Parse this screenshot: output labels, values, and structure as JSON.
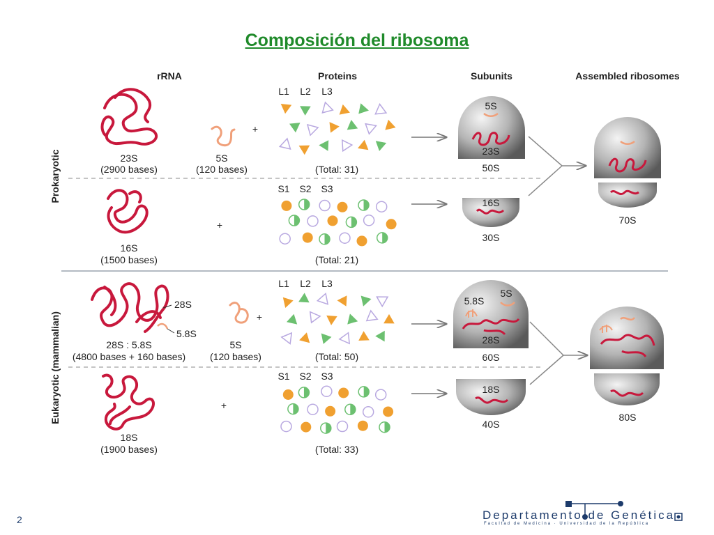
{
  "title": "Composición del ribosoma",
  "headers": {
    "rrna": "rRNA",
    "proteins": "Proteins",
    "subunits": "Subunits",
    "assembled": "Assembled ribosomes"
  },
  "side_labels": {
    "prokaryotic": "Prokaryotic",
    "eukaryotic": "Eukaryotic (mammalian)"
  },
  "prok_large": {
    "rrna_a_name": "23S",
    "rrna_a_bases": "(2900 bases)",
    "rrna_b_name": "5S",
    "rrna_b_bases": "(120 bases)",
    "plus": "+",
    "protein_labels": [
      "L1",
      "L2",
      "L3"
    ],
    "total": "(Total:  31)",
    "subunit_top": "5S",
    "subunit_mid": "23S",
    "subunit_name": "50S"
  },
  "prok_small": {
    "rrna_name": "16S",
    "rrna_bases": "(1500 bases)",
    "plus": "+",
    "protein_labels": [
      "S1",
      "S2",
      "S3"
    ],
    "total": "(Total:  21)",
    "subunit_rrna": "16S",
    "subunit_name": "30S"
  },
  "prok_assembled": "70S",
  "euk_large": {
    "rrna_a_label": "28S",
    "rrna_b_label": "5.8S",
    "ratio": "28S : 5.8S",
    "bases": "(4800 bases + 160 bases)",
    "rrna_c_name": "5S",
    "rrna_c_bases": "(120 bases)",
    "plus": "+",
    "protein_labels": [
      "L1",
      "L2",
      "L3"
    ],
    "total": "(Total:  50)",
    "subunit_left": "5.8S",
    "subunit_right": "5S",
    "subunit_mid": "28S",
    "subunit_name": "60S"
  },
  "euk_small": {
    "rrna_name": "18S",
    "rrna_bases": "(1900 bases)",
    "plus": "+",
    "protein_labels": [
      "S1",
      "S2",
      "S3"
    ],
    "total": "(Total:  33)",
    "subunit_rrna": "18S",
    "subunit_name": "40S"
  },
  "euk_assembled": "80S",
  "footer": {
    "page": "2",
    "dept": "Departamento de Genética",
    "subtitle": "Facultad de Medicina · Universidad de la República"
  },
  "colors": {
    "title": "#1f8a2a",
    "rrna": "#c8183c",
    "rrna_small": "#f0a07a",
    "orange": "#f0a030",
    "green": "#6cc070",
    "lavender": "#b8a8e0"
  }
}
